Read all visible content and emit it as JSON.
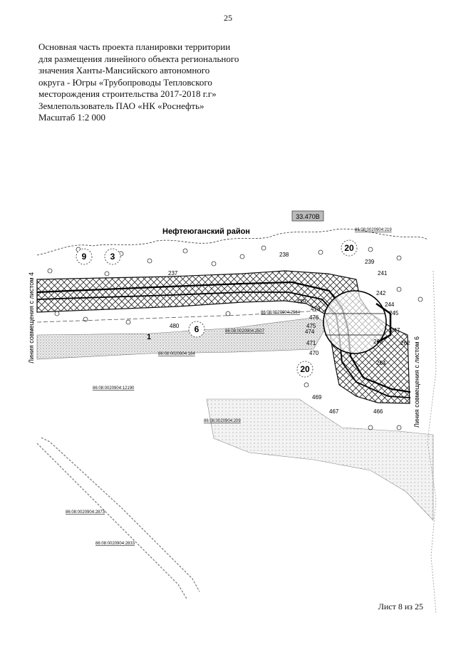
{
  "page_number": "25",
  "header_lines": [
    "Основная часть проекта планировки территории",
    "для размещения линейного объекта регионального",
    "значения Ханты-Мансийского автономного",
    "округа - Югры «Трубопроводы Тепловского",
    "месторождения строительства 2017-2018 г.г»",
    "Землепользователь ПАО «НК «Роснефть»",
    "Масштаб 1:2 000"
  ],
  "map": {
    "district_label": "Нефтеюганский район",
    "area_tag": "33.470В",
    "left_edge_label": "Линия совмещения с листом 4",
    "right_edge_label": "Линия совмещения с листом 6",
    "circle_labels": [
      "9",
      "3",
      "20",
      "6",
      "20"
    ],
    "point_labels": [
      "238",
      "239",
      "237",
      "241",
      "242",
      "244",
      "245",
      "247",
      "262",
      "263",
      "264",
      "479",
      "478",
      "476",
      "475",
      "474",
      "471",
      "470",
      "480",
      "469",
      "467",
      "466",
      "1"
    ],
    "cadastral_labels": [
      "86:08:0020904:219",
      "86:08:0020904:2564",
      "86:08:0020904:2507",
      "86:08:0020904:164",
      "86:08:0020904:12190",
      "86:08:0020904:2873",
      "86:08:0020904:2833",
      "86:08:0020904:209"
    ]
  },
  "footer": "Лист 8 из 25"
}
